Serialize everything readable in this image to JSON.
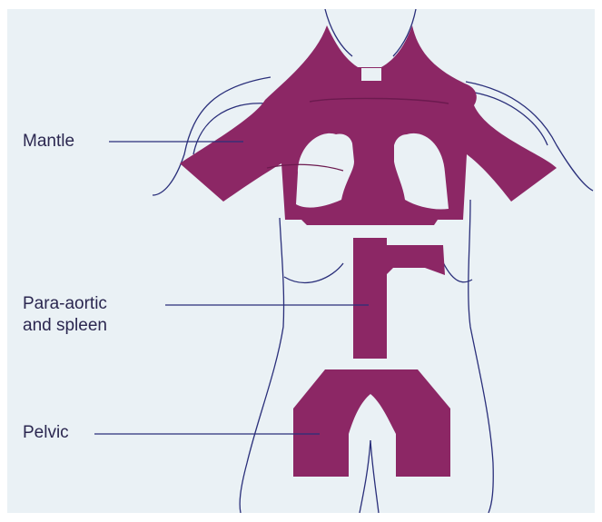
{
  "labels": {
    "mantle": "Mantle",
    "para_aortic_line1": "Para-aortic",
    "para_aortic_line2": "and spleen",
    "pelvic": "Pelvic"
  },
  "colors": {
    "background": "#eaf1f5",
    "radiation_field": "#8c2765",
    "outline": "#2a2f7a",
    "label_text": "#2b2750"
  }
}
